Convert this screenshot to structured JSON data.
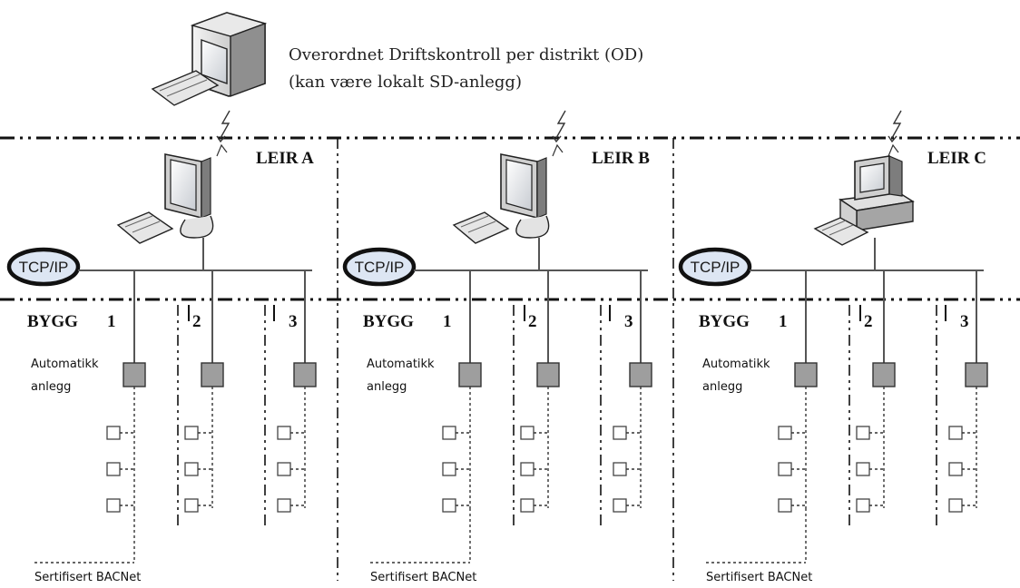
{
  "header": {
    "line1": "Overordnet Driftskontroll per distrikt (OD)",
    "line2": "(kan være lokalt SD-anlegg)"
  },
  "sites": [
    {
      "leir": "LEIR A",
      "tcp": "TCP/IP",
      "bygg_label": "BYGG",
      "bygg_numbers": [
        "1",
        "2",
        "3"
      ],
      "automatikk_line1": "Automatikk",
      "automatikk_line2": "anlegg",
      "bacnet": "Sertifisert BACNet",
      "computer": "monitor"
    },
    {
      "leir": "LEIR B",
      "tcp": "TCP/IP",
      "bygg_label": "BYGG",
      "bygg_numbers": [
        "1",
        "2",
        "3"
      ],
      "automatikk_line1": "Automatikk",
      "automatikk_line2": "anlegg",
      "bacnet": "Sertifisert BACNet",
      "computer": "monitor"
    },
    {
      "leir": "LEIR C",
      "tcp": "TCP/IP",
      "bygg_label": "BYGG",
      "bygg_numbers": [
        "1",
        "2",
        "3"
      ],
      "automatikk_line1": "Automatikk",
      "automatikk_line2": "anlegg",
      "bacnet": "Sertifisert BACNet",
      "computer": "desktop"
    }
  ],
  "icons": [
    "desktop-computer-icon",
    "monitor-computer-icon",
    "keyboard-icon",
    "lightning-icon",
    "controller-box-icon",
    "sensor-node-icon",
    "tcp-ip-oval-icon"
  ],
  "colors": {
    "line": "#111111",
    "bus": "#555555",
    "controller": "#9e9e9e",
    "oval_fill": "#dde6f3"
  }
}
